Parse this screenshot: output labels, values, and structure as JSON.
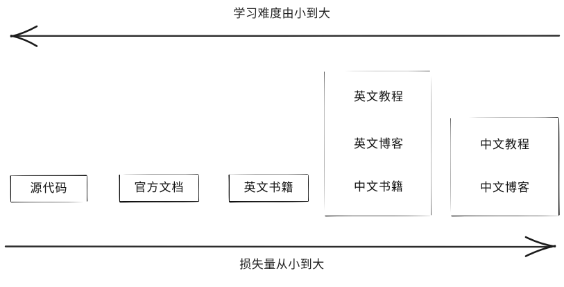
{
  "diagram": {
    "title_top": "学习难度由小到大",
    "title_bottom": "损失量从小到大",
    "stroke_color": "#111111",
    "background_color": "#ffffff",
    "top_axis": {
      "label": "学习难度由小到大",
      "direction": "left",
      "arrow_head": "left-arrow-icon"
    },
    "bottom_axis": {
      "label": "损失量从小到大",
      "direction": "right",
      "arrow_head": "right-arrow-icon"
    },
    "columns": [
      {
        "id": "col-1",
        "grouped": false,
        "items": [
          {
            "id": "node-source-code",
            "label": "源代码"
          }
        ]
      },
      {
        "id": "col-2",
        "grouped": false,
        "items": [
          {
            "id": "node-official-docs",
            "label": "官方文档"
          }
        ]
      },
      {
        "id": "col-3",
        "grouped": false,
        "items": [
          {
            "id": "node-english-books",
            "label": "英文书籍"
          }
        ]
      },
      {
        "id": "col-4",
        "grouped": true,
        "items": [
          {
            "id": "node-english-tutorials",
            "label": "英文教程"
          },
          {
            "id": "node-english-blogs",
            "label": "英文博客"
          },
          {
            "id": "node-chinese-books",
            "label": "中文书籍"
          }
        ]
      },
      {
        "id": "col-5",
        "grouped": true,
        "items": [
          {
            "id": "node-chinese-tutorials",
            "label": "中文教程"
          },
          {
            "id": "node-chinese-blogs",
            "label": "中文博客"
          }
        ]
      }
    ]
  }
}
